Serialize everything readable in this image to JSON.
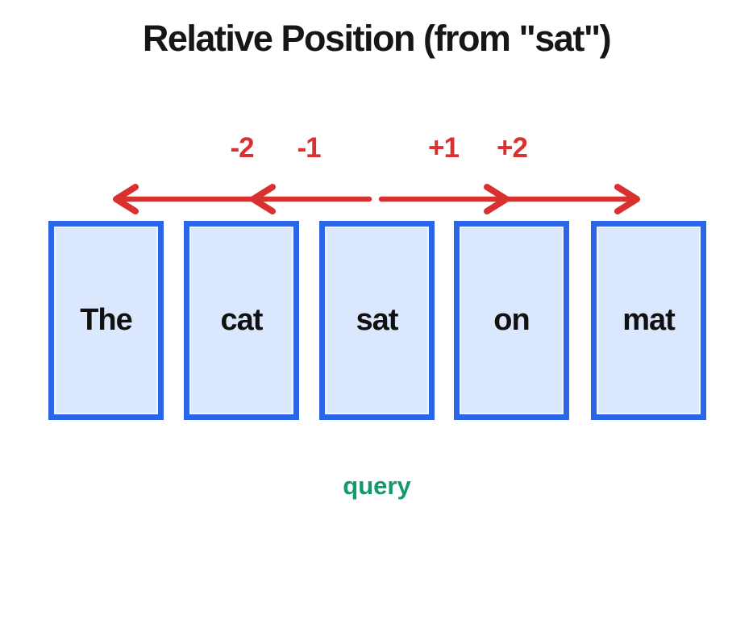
{
  "diagram": {
    "title": "Relative Position (from \"sat\")",
    "position_labels": [
      "-2",
      "-1",
      "+1",
      "+2"
    ],
    "tokens": [
      "The",
      "cat",
      "sat",
      "on",
      "mat"
    ],
    "query_label": "query"
  },
  "colors": {
    "box_border": "#2b65e8",
    "box_fill": "#dbe7fc",
    "arrow_red": "#d93030",
    "query_green": "#14996b",
    "text_black": "#161616"
  }
}
